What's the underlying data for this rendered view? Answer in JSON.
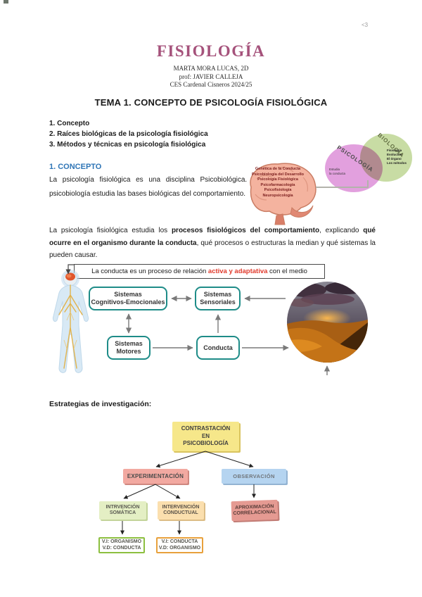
{
  "meta": {
    "heart_note": "<3"
  },
  "header": {
    "title": "FISIOLOGÍA",
    "student": "MARTA MORA LUCAS, 2D",
    "professor": "prof: JAVIER CALLEJA",
    "school": "CES Cardenal Cisneros 2024/25"
  },
  "tema": {
    "title": "TEMA 1. CONCEPTO DE PSICOLOGÍA FISIOLÓGICA"
  },
  "outline": {
    "item1": "1. Concepto",
    "item2": "2. Raíces biológicas de la psicología fisiológica",
    "item3": "3. Métodos y técnicas en psicología fisiológica"
  },
  "concepto": {
    "heading": "1. CONCEPTO",
    "paragraph": "La psicología fisiológica es una disciplina Psicobiológica. La psicobiología estudia las bases biológicas del comportamiento."
  },
  "brain_diagram": {
    "line1": "Genética de la Conducta",
    "line2": "Psicobiología del Desarrollo",
    "line3": "Psicología Fisiológica",
    "line4": "Psicofarmacología",
    "line5": "Psicofisiología",
    "line6": "Neuropsicología"
  },
  "venn": {
    "psychology_label": "PSICOLOGÍA",
    "biology_label": "BIOLOGÍA",
    "psych_note_l1": "Estudia",
    "psych_note_l2": "la conducta",
    "bio_note_l1": "Fisiología",
    "bio_note_l2": "Evolución",
    "bio_note_l3": "El órgano",
    "bio_note_l4": "Los métodos"
  },
  "intro": {
    "seg1": "La psicología fisiológica estudia los ",
    "bold1": "procesos fisiológicos del comportamiento",
    "seg2": ", explicando ",
    "bold2": "qué ocurre en el organismo durante la conducta",
    "seg3": ", qué procesos o estructuras la median y qué sistemas la pueden causar."
  },
  "conduct_diagram": {
    "banner_pre": "La conducta es un proceso de relación ",
    "banner_highlight": "activa y adaptativa",
    "banner_post": " con el medio",
    "box_cognitive_l1": "Sistemas",
    "box_cognitive_l2": "Cognitivos-Emocionales",
    "box_sensory_l1": "Sistemas",
    "box_sensory_l2": "Sensoriales",
    "box_motor_l1": "Sistemas",
    "box_motor_l2": "Motores",
    "box_conduct": "Conducta"
  },
  "estrategias": {
    "label": "Estrategias de investigación:"
  },
  "tree": {
    "root_l1": "CONTRASTACIÓN",
    "root_l2": "EN",
    "root_l3": "PSICOBIOLOGÍA",
    "experimentation": "EXPERIMENTACIÓN",
    "observation": "OBSERVACIÓN",
    "somatic_l1": "INTRVENCIÓN",
    "somatic_l2": "SOMÁTICA",
    "behavioral_l1": "INTERVENCIÓN",
    "behavioral_l2": "CONDUCTUAL",
    "correlational_l1": "APROXIMACIÓN",
    "correlational_l2": "CORRELACIONAL",
    "vi_organism_l1": "V.I: ORGANISMO",
    "vi_organism_l2": "V.D: CONDUCTA",
    "vi_behavior_l1": "V.I: CONDUCTA",
    "vi_behavior_l2": "V.D: ORGANISMO"
  },
  "colors": {
    "title": "#A5527B",
    "section_heading_blue": "#2E75B6",
    "highlight_red": "#E0392B",
    "teal_box_border": "#1E8C88",
    "arrow_gray": "#7a7a7a",
    "venn_pink": "#E2A0DE",
    "venn_green": "#C8DCA4",
    "tree_yellow": "#F6E78A",
    "tree_salmon": "#F2A9A1",
    "tree_blue": "#B5D4F0",
    "tree_green": "#E4EFC4",
    "tree_orange": "#FBDFAE",
    "tree_red": "#E59A92",
    "vi_green_border": "#8CBF3F",
    "vi_orange_border": "#E8A13C"
  }
}
